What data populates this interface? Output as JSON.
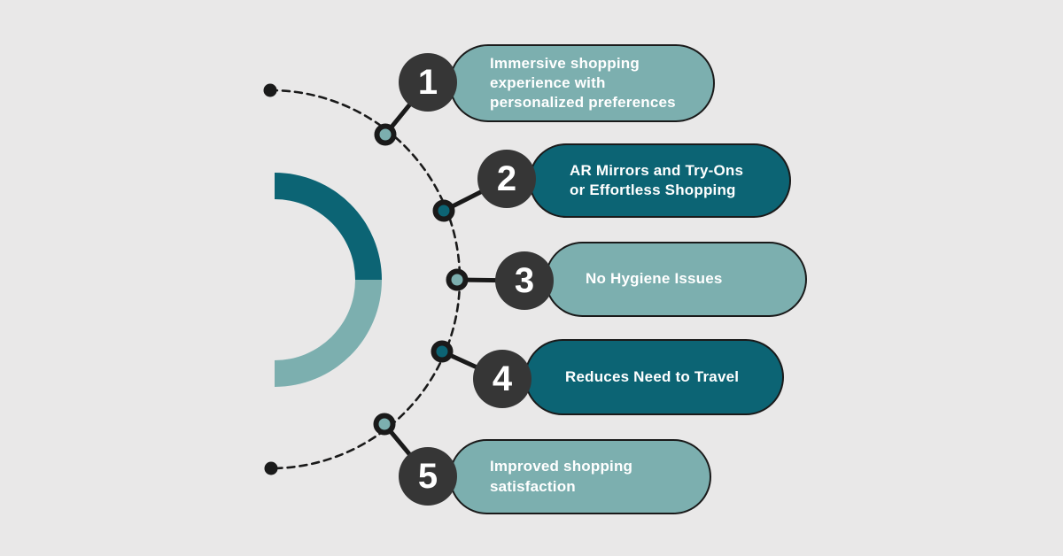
{
  "colors": {
    "background": "#e9e8e8",
    "teal_dark": "#0c6474",
    "teal_light": "#7cafaf",
    "number_circle": "#363636",
    "line": "#1a1a1a",
    "label_text": "#ffffff"
  },
  "diagram": {
    "items": [
      {
        "number": "1",
        "label": "Immersive shopping\nexperience with\npersonalized preferences",
        "style": "light"
      },
      {
        "number": "2",
        "label": "AR Mirrors and Try-Ons\nor Effortless Shopping",
        "style": "dark"
      },
      {
        "number": "3",
        "label": "No Hygiene Issues",
        "style": "light"
      },
      {
        "number": "4",
        "label": "Reduces Need to Travel",
        "style": "dark"
      },
      {
        "number": "5",
        "label": "Improved shopping\nsatisfaction",
        "style": "light"
      }
    ]
  }
}
